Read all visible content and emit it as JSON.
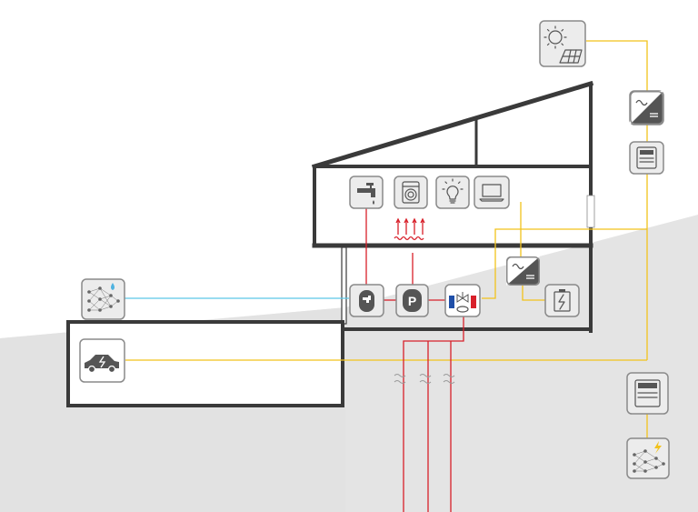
{
  "diagram": {
    "nodes": [
      {
        "id": "solar-panel",
        "icon": "sun-solar-panel-icon"
      },
      {
        "id": "inverter-top",
        "icon": "inverter-ac-dc-icon"
      },
      {
        "id": "meter-top",
        "icon": "electricity-meter-icon"
      },
      {
        "id": "water-tap",
        "icon": "water-tap-icon"
      },
      {
        "id": "washing-machine",
        "icon": "washing-machine-icon"
      },
      {
        "id": "light-bulb",
        "icon": "light-bulb-icon"
      },
      {
        "id": "laptop",
        "icon": "laptop-icon"
      },
      {
        "id": "inverter-mid",
        "icon": "inverter-ac-dc-icon"
      },
      {
        "id": "battery",
        "icon": "battery-storage-icon"
      },
      {
        "id": "water-heater",
        "icon": "boiler-tap-icon"
      },
      {
        "id": "heat-pump",
        "icon": "heat-pump-p-icon",
        "label": "P"
      },
      {
        "id": "heat-exchanger",
        "icon": "heat-exchanger-icon"
      },
      {
        "id": "ai-water",
        "icon": "neural-network-water-icon"
      },
      {
        "id": "electric-car",
        "icon": "electric-car-icon"
      },
      {
        "id": "meter-grid",
        "icon": "electricity-meter-icon"
      },
      {
        "id": "ai-power",
        "icon": "neural-network-power-icon"
      }
    ],
    "connection_colors": {
      "heat": "#d8202a",
      "electricity": "#f2c21b",
      "water": "#5cc8e6"
    },
    "structure_color": "#3a3a3a",
    "ground_color": "#e4e4e4"
  }
}
